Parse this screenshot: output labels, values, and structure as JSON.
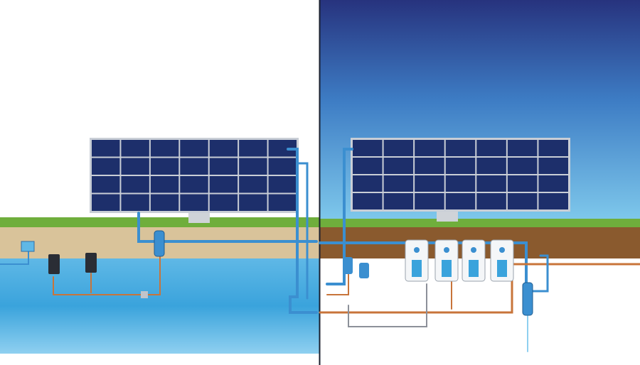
{
  "colors": {
    "left_sky": "#ffffff",
    "right_sky_top": "#27337e",
    "right_sky_bottom": "#7fc9ec",
    "grass": "#6fae3c",
    "soil_left": "#d9c39a",
    "soil_right": "#8a5a2e",
    "water": "#3aa3dc",
    "water_light": "#8fd0f0",
    "panel": "#1d2f6b",
    "panel_frame": "#c9ced6",
    "pipe_blue": "#3b8fd0",
    "pipe_copper": "#c8743a",
    "divider": "#1a1f2e"
  },
  "panels": {
    "left": {
      "columns": 7,
      "rows": 4
    },
    "right": {
      "columns": 7,
      "rows": 4
    }
  },
  "tanks_right": 4
}
